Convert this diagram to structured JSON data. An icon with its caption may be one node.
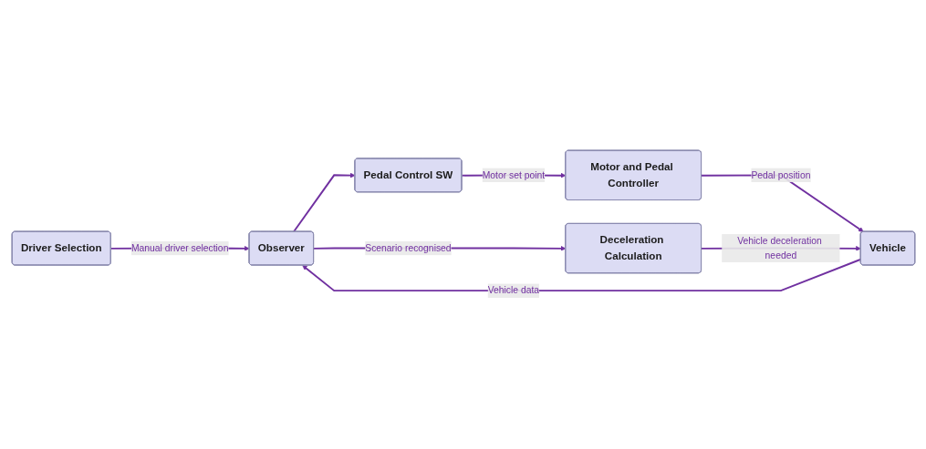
{
  "diagram": {
    "nodes": [
      {
        "text": [
          "Driver Selection"
        ]
      },
      {
        "text": [
          "Vehicle"
        ]
      },
      {
        "text": [
          "Observer"
        ]
      },
      {
        "text": [
          "Deceleration Calculation"
        ]
      },
      {
        "text": [
          "Pedal Control SW"
        ]
      },
      {
        "text": [
          "Motor and Pedal Controller"
        ]
      }
    ],
    "edges": [
      {
        "from": 0,
        "to": 2,
        "arrow": "to",
        "label": "Manual driver selection"
      },
      {
        "from": 1,
        "to": 2,
        "arrow": "to",
        "label": "Vehicle data"
      },
      {
        "from": 2,
        "to": 3,
        "arrow": "to",
        "label": "Scenario recognised"
      },
      {
        "from": 2,
        "to": 4,
        "arrow": "to"
      },
      {
        "from": 4,
        "to": 5,
        "arrow": "to",
        "label": "Motor set point"
      },
      {
        "from": 5,
        "to": 1,
        "arrow": "to",
        "label": "Pedal position"
      },
      {
        "from": 3,
        "to": 1,
        "arrow": "to",
        "label": "Vehicle deceleration needed"
      }
    ]
  }
}
